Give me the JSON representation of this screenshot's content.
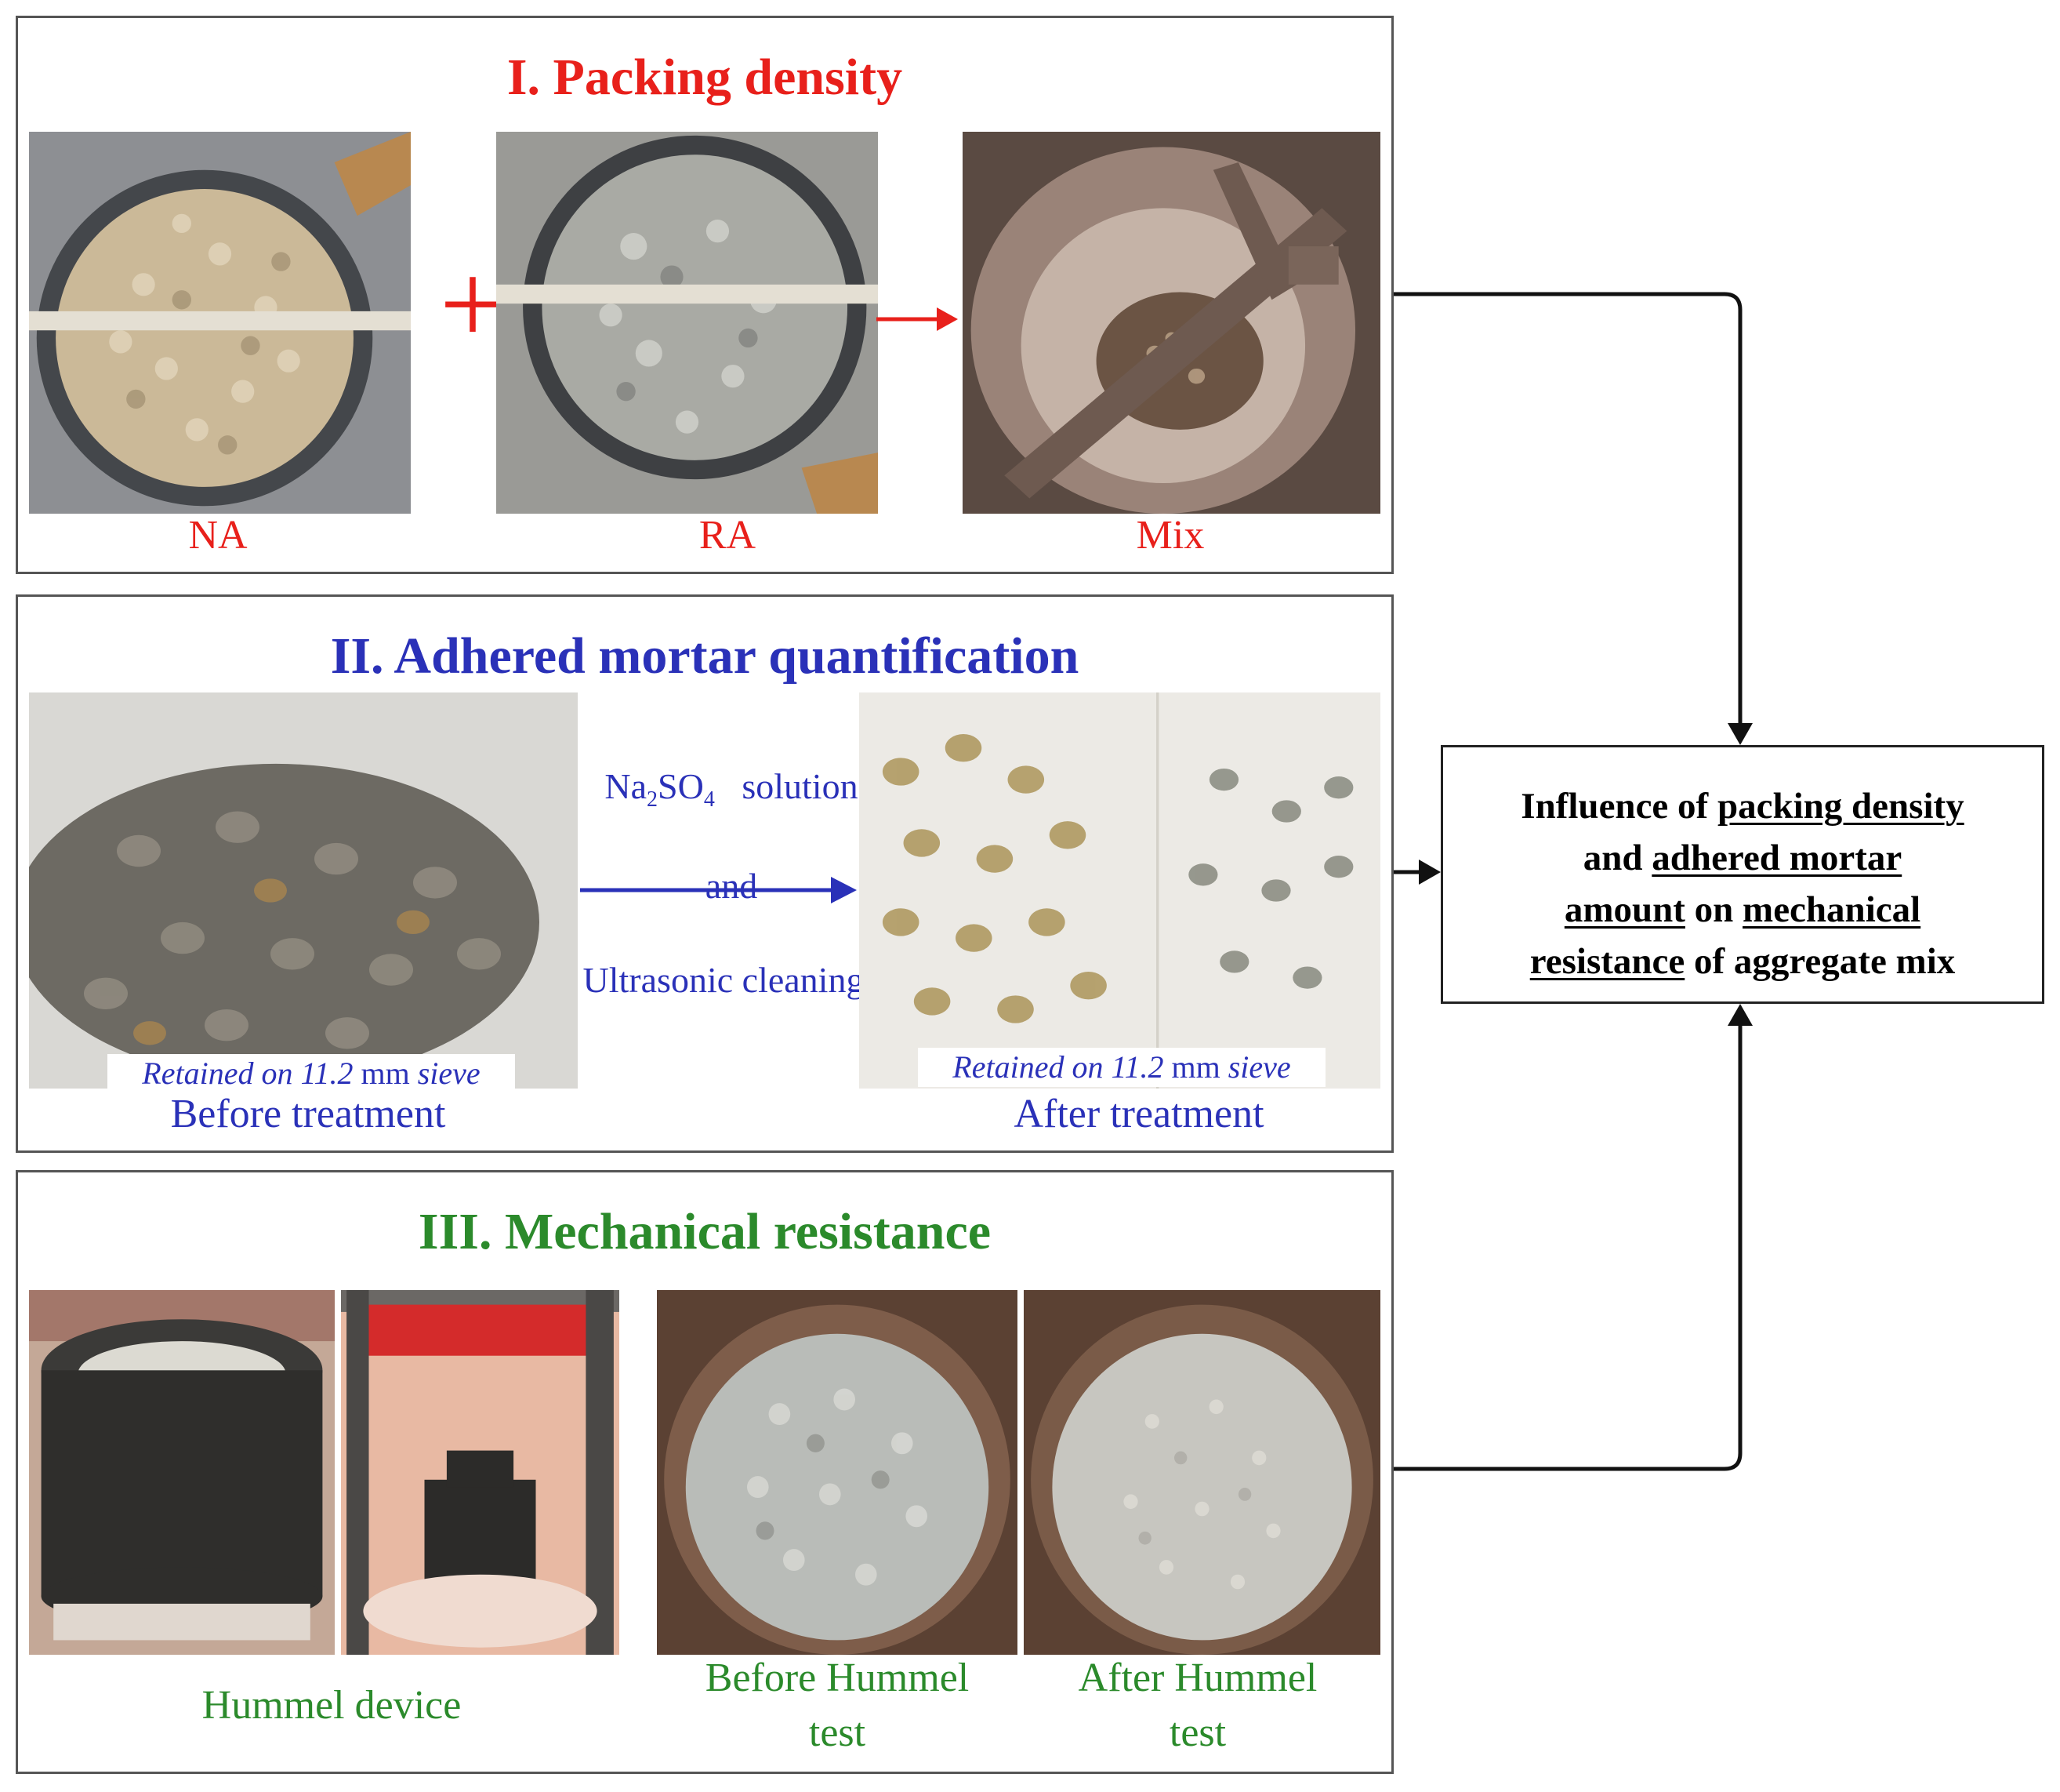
{
  "panel1": {
    "title": "I. Packing density",
    "labels": [
      "NA",
      "RA",
      "Mix"
    ],
    "plus_symbol": "+"
  },
  "panel2": {
    "title": "II. Adhered mortar quantification",
    "treatment_line1_main": "Na",
    "treatment_line1_sub1": "2",
    "treatment_line1_mid": "SO",
    "treatment_line1_sub2": "4",
    "treatment_line1_tail": "solution",
    "treatment_line2": "and",
    "treatment_line3": "Ultrasonic cleaning",
    "sieve_caption_italic": "Retained on 11.2",
    "sieve_caption_unit": "mm",
    "sieve_caption_end": "sieve",
    "before_label": "Before treatment",
    "after_label": "After treatment"
  },
  "panel3": {
    "title": "III. Mechanical resistance",
    "device_label": "Hummel device",
    "before_label_1": "Before Hummel",
    "before_label_2": "test",
    "after_label_1": "After Hummel",
    "after_label_2": "test"
  },
  "outcome": {
    "w1": "Influence of",
    "w2": "packing density",
    "w3": "and",
    "w4": "adhered mortar",
    "w5": "amount",
    "w6": "on",
    "w7": "mechanical",
    "w8": "resistance",
    "w9": "of aggregate mix"
  },
  "colors": {
    "panel1": "#e8201b",
    "panel2": "#2a31b8",
    "panel3": "#2b8a2b"
  }
}
